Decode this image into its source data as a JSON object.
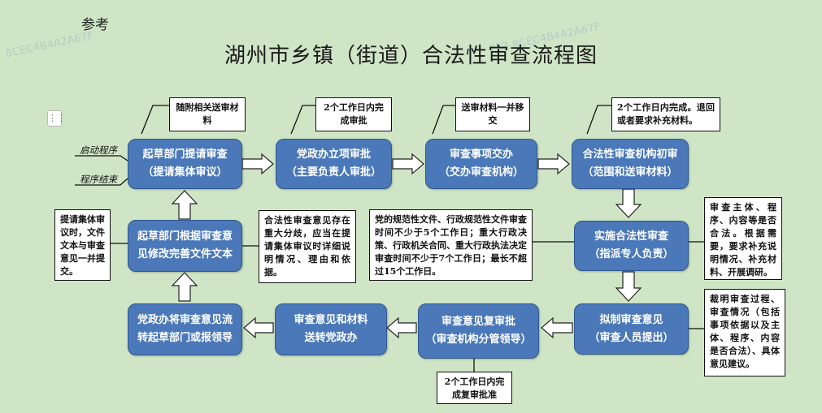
{
  "reference_label": "参考",
  "title": "湖州市乡镇（街道）合法性审查流程图",
  "side_labels": {
    "start": "启动程序",
    "end": "程序结束"
  },
  "steps": {
    "s1": {
      "line1": "起草部门提请审查",
      "line2": "（提请集体审议）"
    },
    "s2": {
      "line1": "党政办立项审批",
      "line2": "（主要负责人审批）"
    },
    "s3": {
      "line1": "审查事项交办",
      "line2": "（交办审查机构）"
    },
    "s4": {
      "line1": "合法性审查机构初审",
      "line2": "（范围和送审材料）"
    },
    "s5": {
      "line1": "实施合法性审查",
      "line2": "（指派专人负责）"
    },
    "s6": {
      "line1": "拟制审查意见",
      "line2": "（审查人员提出）"
    },
    "s7": {
      "line1": "审查意见复审批",
      "line2": "（审查机构分管领导）"
    },
    "s8": {
      "line1": "审查意见和材料",
      "line2": "送转党政办"
    },
    "s9": {
      "line1": "党政办将审查意见流",
      "line2": "转起草部门或报领导"
    },
    "s10": {
      "line1": "起草部门根据审查意",
      "line2": "见修改完善文件文本"
    }
  },
  "notes": {
    "n1": "随附相关送审材料",
    "n2": "2个工作日内完成审批",
    "n3": "送审材料一并移交",
    "n4": "2个工作日内完成。退回或者要求补充材料。",
    "n5": "审查主体、程序、内容等是否合法。根据需要，要求补充说明情况、补充材料、开展调研。",
    "n6": "党的规范性文件、行政规范性文件审查时间不少于5个工作日；重大行政决策、行政机关合同、重大行政执法决定审查时间不少于7个工作日；最长不超过15个工作日。",
    "n7": "合法性审查意见存在重大分歧，应当在提请集体审议时详细说明情况、理由和依据。",
    "n8": "提请集体审议时，文件文本与审查意见一并提交。",
    "n9": "裁明审查过程、审查情况（包括事项依据以及主体、程序、内容是否合法）、具体意见建议。",
    "n10": "2个工作日内完成复审批准"
  },
  "colors": {
    "background": "#cfe5c6",
    "step_fill": "#4a78b8",
    "step_border": "#30588e"
  }
}
